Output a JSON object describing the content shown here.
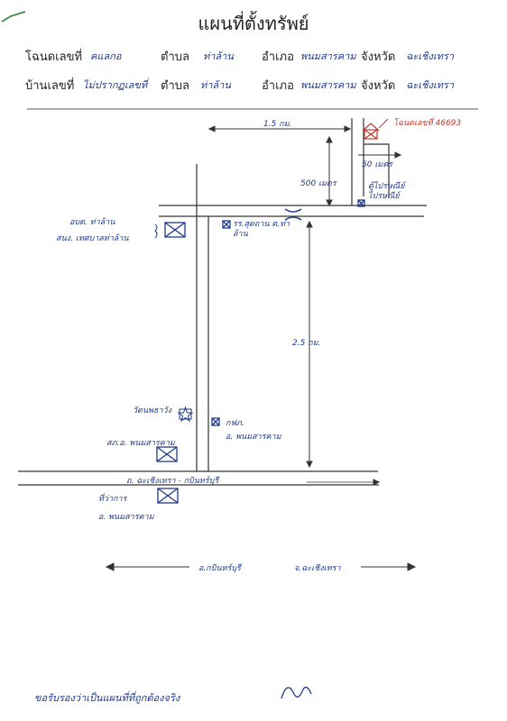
{
  "title": "แผนที่ตั้งทรัพย์",
  "header": {
    "row1": {
      "deed_label": "โฉนดเลขที่",
      "deed_value": "คแลกอ",
      "tambon_label": "ตำบล",
      "tambon_value": "ท่าล้าน",
      "amphoe_label": "อำเภอ",
      "amphoe_value": "พนมสารคาม",
      "province_label": "จังหวัด",
      "province_value": "ฉะเชิงเทรา"
    },
    "row2": {
      "house_label": "บ้านเลขที่",
      "house_value": "ไม่ปรากฏเลขที่",
      "tambon_label": "ตำบล",
      "tambon_value": "ท่าล้าน",
      "amphoe_label": "อำเภอ",
      "amphoe_value": "พนมสารคาม",
      "province_label": "จังหวัด",
      "province_value": "ฉะเชิงเทรา"
    }
  },
  "map": {
    "property_label": "โฉนดเลขที่ 46693",
    "dist_top": "1.5 กม.",
    "dist_vertical": "500 เมตร",
    "dist_small": "50 เมตร",
    "dist_long": "2.5 กม.",
    "landmark_kiosk": "ตู้ไปรษณีย์ ไปรษณีย์",
    "landmark_school": "รร.สุดถาน ต.ท่าล้าน",
    "landmark_sao_1": "อบต. ท่าล้าน",
    "landmark_sao_2": "สนง. เทศบาลท่าล้าน",
    "landmark_temple": "วัดนพธาวัง",
    "landmark_police_1": "สภ.อ. พนมสารคาม",
    "landmark_gfd_1": "กฟภ.",
    "landmark_gfd_2": "อ. พนมสารคาม",
    "landmark_district_1": "ที่ว่าการ",
    "landmark_district_2": "อ. พนมสารคาม",
    "road_main": "ถ. ฉะเชิงเทรา - กบินทร์บุรี",
    "dir_left": "อ.กบินทร์บุรี",
    "dir_right": "จ.ฉะเชิงเทรา"
  },
  "footer": {
    "certify": "ขอรับรองว่าเป็นแผนที่ที่ถูกต้องจริง"
  }
}
